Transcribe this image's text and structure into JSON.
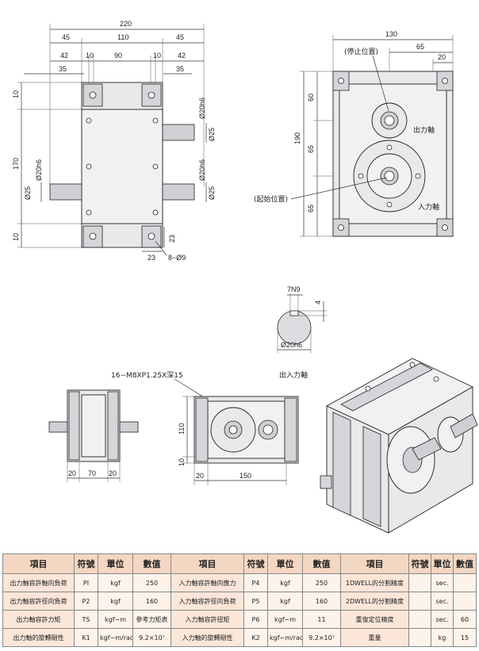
{
  "front_view": {
    "dims_top": [
      "220",
      "45",
      "110",
      "45",
      "42",
      "10",
      "90",
      "10",
      "42",
      "35",
      "35"
    ],
    "dims_left": [
      "10",
      "170",
      "10"
    ],
    "shaft_labels": [
      "Ø20h6",
      "Ø25",
      "Ø20h6",
      "Ø25",
      "Ø20h6",
      "Ø25"
    ],
    "hole_dims": [
      "23",
      "23"
    ],
    "hole_label": "8−Ø9"
  },
  "side_view": {
    "dims_top": [
      "130",
      "65",
      "20"
    ],
    "dims_left": [
      "190",
      "60",
      "65",
      "65"
    ],
    "stop_position": "(停止位置)",
    "start_position": "(起始位置)",
    "output_shaft": "出力軸",
    "input_shaft": "入力軸"
  },
  "shaft_section": {
    "key_width": "7N9",
    "key_depth": "4",
    "diameter": "Ø20h6",
    "caption": "出入力軸"
  },
  "bottom_views": {
    "tap_label": "16−M8XP1.25X深15",
    "left_dims": [
      "20",
      "70",
      "20"
    ],
    "middle_dims_left": [
      "110",
      "10"
    ],
    "middle_dims_bottom": [
      "20",
      "150"
    ]
  },
  "table": {
    "headers": [
      "項目",
      "符號",
      "單位",
      "數值",
      "項目",
      "符號",
      "單位",
      "數值",
      "項目",
      "符號",
      "單位",
      "數值"
    ],
    "rows": [
      [
        "出力軸容許軸向負荷",
        "PI",
        "kgf",
        "250",
        "入力軸容許軸向應力",
        "P4",
        "kgf",
        "250",
        "1DWELL的分割精度",
        "",
        "sec.",
        ""
      ],
      [
        "出力軸容許徑向負荷",
        "P2",
        "kgf",
        "160",
        "入力軸容許徑向負荷",
        "P5",
        "kgf",
        "160",
        "2DWELL的分割精度",
        "",
        "sec.",
        ""
      ],
      [
        "出力軸容許力矩",
        "TS",
        "kgf−m",
        "參考力矩表",
        "入力軸容許扭矩",
        "P6",
        "kgf−m",
        "11",
        "重復定位精度",
        "",
        "sec.",
        "60"
      ],
      [
        "出力軸的旋轉剛性",
        "K1",
        "kgf−m/rad",
        "9.2×10⁷",
        "入力軸的旋轉剛性",
        "K2",
        "kgf−m/rad",
        "9.2×10⁷",
        "重量",
        "",
        "kg",
        "15"
      ]
    ]
  }
}
